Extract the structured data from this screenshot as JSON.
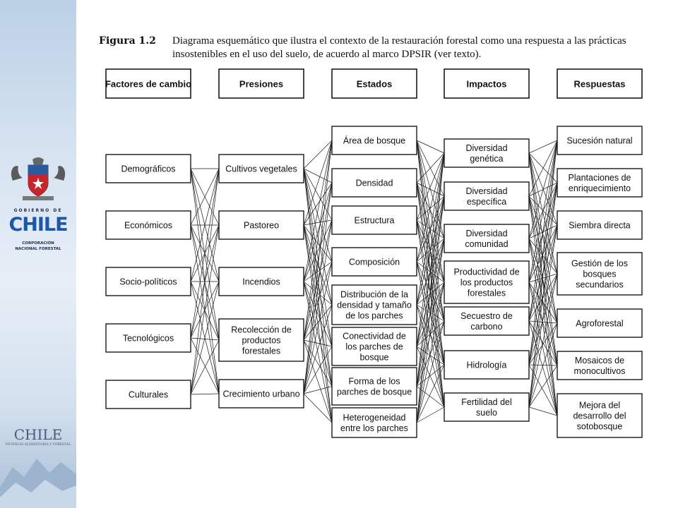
{
  "sidebar": {
    "gobierno_de": "GOBIERNO DE",
    "chile": "CHILE",
    "corporacion": "CORPORACIÓN",
    "nacional_forestal": "NACIONAL FORESTAL",
    "brand": "CHILE",
    "brand_sub": "POTENCIA ALIMENTARIA Y FORESTAL"
  },
  "caption": {
    "label": "Figura 1.2",
    "text": "Diagrama esquemático que ilustra el contexto de la restauración forestal como una respuesta a las prácticas insostenibles en el uso del suelo, de acuerdo al marco DPSIR (ver texto)."
  },
  "diagram": {
    "columns": [
      {
        "header": "Factores de cambio",
        "items": [
          "Demográficos",
          "Económicos",
          "Socio-políticos",
          "Tecnológicos",
          "Culturales"
        ]
      },
      {
        "header": "Presiones",
        "items": [
          "Cultivos vegetales",
          "Pastoreo",
          "Incendios",
          "Recolección de productos forestales",
          "Crecimiento urbano"
        ]
      },
      {
        "header": "Estados",
        "items": [
          "Área de bosque",
          "Densidad",
          "Estructura",
          "Composición",
          "Distribución de la densidad y tamaño de los parches",
          "Conectividad de los parches de bosque",
          "Forma de los parches de bosque",
          "Heterogeneidad entre los parches"
        ]
      },
      {
        "header": "Impactos",
        "items": [
          "Diversidad genética",
          "Diversidad específica",
          "Diversidad comunidad",
          "Productividad de los productos forestales",
          "Secuestro de carbono",
          "Hidrología",
          "Fertilidad del suelo"
        ]
      },
      {
        "header": "Respuestas",
        "items": [
          "Sucesión natural",
          "Plantaciones de enriquecimiento",
          "Siembra directa",
          "Gestión de los bosques secundarios",
          "Agroforestal",
          "Mosaicos de monocultivos",
          "Mejora del desarrollo del sotobosque"
        ]
      }
    ]
  }
}
